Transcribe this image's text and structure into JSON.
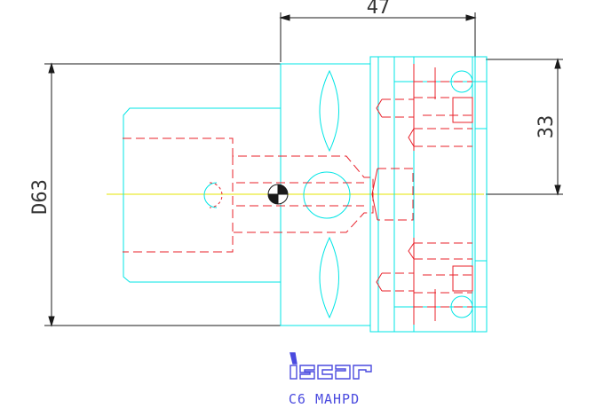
{
  "dimensions": {
    "length": "47",
    "diameter": "D63",
    "height": "33"
  },
  "logo": {
    "text": "iscar"
  },
  "caption": "C6 MAHPD",
  "colors": {
    "outline": "#00e5e5",
    "hidden": "#e8202a",
    "centerline": "#e6e600",
    "dimension": "#1a1a1a",
    "brand": "#4a4adf"
  }
}
